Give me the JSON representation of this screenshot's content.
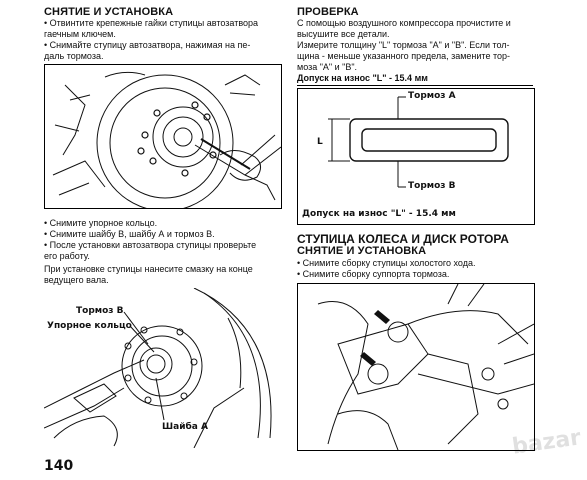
{
  "left": {
    "section1": {
      "heading": "СНЯТИЕ И УСТАНОВКА",
      "line1": "• Отвинтите крепежные гайки ступицы автозатвора",
      "line2": "гаечным ключем.",
      "line3": "• Снимайте ступицу автозатвора, нажимая на пе-",
      "line4": "даль тормоза."
    },
    "section2": {
      "line1": "• Снимите упорное кольцо.",
      "line2": "• Снимите шайбу В, шайбу А и тормоз В.",
      "line3": "• После установки автозатвора ступицы проверьте",
      "line4": "его работу.",
      "line5": "При установке ступицы нанесите смазку на конце",
      "line6": "ведущего вала."
    },
    "figure2": {
      "label_brake_b": "Тормоз В",
      "label_ring": "Упорное кольцо",
      "label_washer_a": "Шайба А"
    }
  },
  "right": {
    "check": {
      "heading": "ПРОВЕРКА",
      "line1": "С помощью воздушного компрессора прочистите и",
      "line2": "высушите все детали.",
      "line3": "Измерите толщину \"L\" тормоза \"А\" и \"В\". Если тол-",
      "line4": "щина - меньше указанного предела, замените тор-",
      "line5": "моза \"А\" и \"В\".",
      "tolerance": "Допуск на износ \"L\" - 15.4 мм"
    },
    "diagram": {
      "label_a": "Тормоз А",
      "label_b": "Тормоз В",
      "label_l": "L",
      "caption": "Допуск на износ  \"L\" - 15.4 мм"
    },
    "hub": {
      "heading1": "СТУПИЦА КОЛЕСА И ДИСК РОТОРА",
      "heading2": "СНЯТИЕ И УСТАНОВКА",
      "line1": "• Снимите сборку ступицы холостого хода.",
      "line2": "• Снимите сборку суппорта тормоза."
    }
  },
  "page_number": "140",
  "watermark": "bazar"
}
